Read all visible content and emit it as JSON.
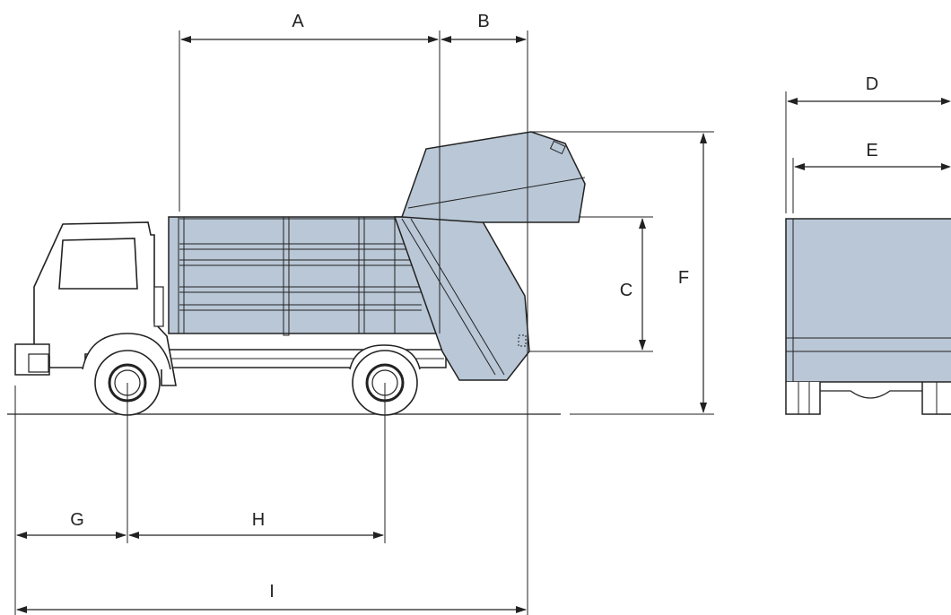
{
  "colors": {
    "body_fill": "#b9c7d6",
    "line": "#222222",
    "background": "#ffffff"
  },
  "dimensions": {
    "A": "A",
    "B": "B",
    "C": "C",
    "D": "D",
    "E": "E",
    "F": "F",
    "G": "G",
    "H": "H",
    "I": "I"
  }
}
